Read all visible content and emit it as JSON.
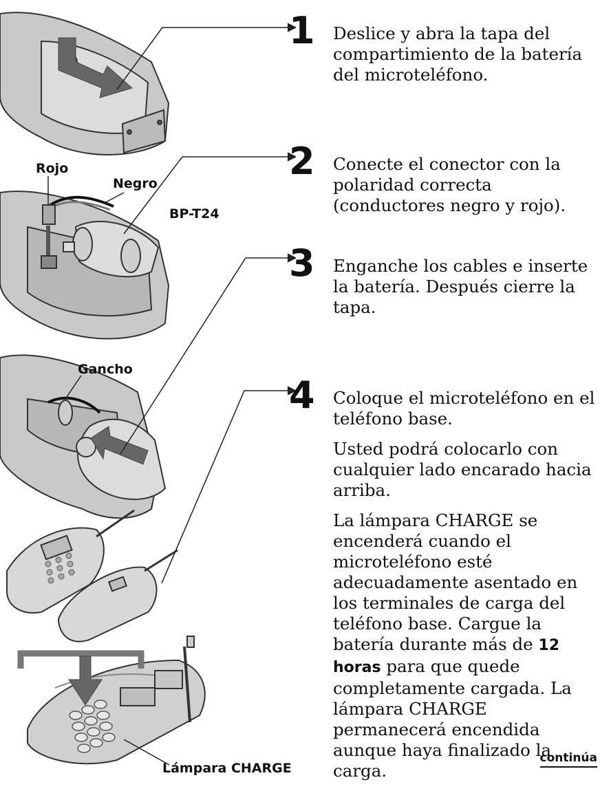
{
  "steps": [
    {
      "number": "1",
      "paragraphs": [
        "Deslice y abra la tapa del compartimiento de la batería del microteléfono."
      ]
    },
    {
      "number": "2",
      "paragraphs": [
        "Conecte el conector con la polaridad correcta (conductores negro y rojo)."
      ]
    },
    {
      "number": "3",
      "paragraphs": [
        "Enganche los cables e inserte la batería. Después cierre la tapa."
      ]
    },
    {
      "number": "4",
      "paragraphs": [
        "Coloque el microteléfono en el teléfono base.",
        "Usted podrá colocarlo con cualquier lado encarado hacia arriba."
      ],
      "charge_text": {
        "before": "La lámpara CHARGE se encenderá cuando el microteléfono esté adecuadamente asentado en los terminales de carga del teléfono base. Cargue la batería durante más de ",
        "bold": "12 horas",
        "after": " para que quede completamente cargada. La lámpara CHARGE permanecerá encendida aunque haya finalizado la carga."
      }
    }
  ],
  "labels": {
    "rojo": "Rojo",
    "negro": "Negro",
    "battery_model": "BP-T24",
    "gancho": "Gancho",
    "charge_lamp": "Lámpara CHARGE"
  },
  "footer": {
    "continues": "continúa"
  }
}
